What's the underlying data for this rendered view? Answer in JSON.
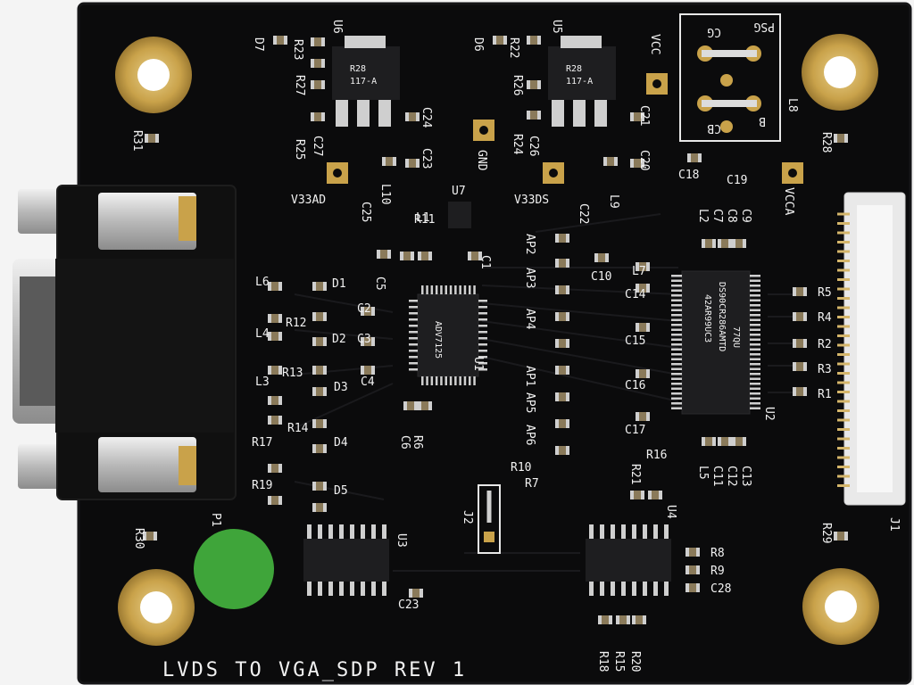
{
  "board": {
    "title": "LVDS TO VGA_SDP REV 1",
    "colors": {
      "pcb": "#0b0b0c",
      "pcb_edge": "#151517",
      "silkscreen": "#f2f2f2",
      "gold": "#c9a24a",
      "connector_metal": "#c8c8c8",
      "vga_body": "#101010",
      "fpc_white": "#e9e9e9",
      "green_dot": "#3fa53a"
    }
  },
  "labels": {
    "P1": "P1",
    "J1": "J1",
    "J2": "J2",
    "U1": "U1",
    "U2": "U2",
    "U3": "U3",
    "U4": "U4",
    "U5": "U5",
    "U6": "U6",
    "U7": "U7",
    "L1": "L1",
    "L2": "L2",
    "L3": "L3",
    "L4": "L4",
    "L5": "L5",
    "L6": "L6",
    "L7": "L7",
    "L8": "L8",
    "L9": "L9",
    "L10": "L10",
    "D1": "D1",
    "D2": "D2",
    "D3": "D3",
    "D4": "D4",
    "D5": "D5",
    "D6": "D6",
    "D7": "D7",
    "R1": "R1",
    "R2": "R2",
    "R3": "R3",
    "R4": "R4",
    "R5": "R5",
    "R6": "R6",
    "R7": "R7",
    "R8": "R8",
    "R9": "R9",
    "R10": "R10",
    "R11": "R11",
    "R12": "R12",
    "R13": "R13",
    "R14": "R14",
    "R15": "R15",
    "R16": "R16",
    "R17": "R17",
    "R18": "R18",
    "R19": "R19",
    "R20": "R20",
    "R21": "R21",
    "R22": "R22",
    "R23": "R23",
    "R24": "R24",
    "R25": "R25",
    "R26": "R26",
    "R27": "R27",
    "R28": "R28",
    "R29": "R29",
    "R30": "R30",
    "R31": "R31",
    "C1": "C1",
    "C2": "C2",
    "C3": "C3",
    "C4": "C4",
    "C5": "C5",
    "C6": "C6",
    "C7": "C7",
    "C8": "C8",
    "C9": "C9",
    "C10": "C10",
    "C11": "C11",
    "C12": "C12",
    "C13": "C13",
    "C14": "C14",
    "C15": "C15",
    "C16": "C16",
    "C17": "C17",
    "C18": "C18",
    "C19": "C19",
    "C20": "C20",
    "C21": "C21",
    "C22": "C22",
    "C23": "C23",
    "C24": "C24",
    "C25": "C25",
    "C26": "C26",
    "C27": "C27",
    "C28": "C28",
    "AP1": "AP1",
    "AP2": "AP2",
    "AP3": "AP3",
    "AP4": "AP4",
    "AP5": "AP5",
    "AP6": "AP6",
    "PSG": "PSG",
    "CG": "CG",
    "CB": "CB",
    "B": "B",
    "VCC": "VCC",
    "VCCA": "VCCA",
    "GND": "GND",
    "V33AD": "V33AD",
    "V33DS": "V33DS"
  },
  "chip_markings": {
    "u2_line1": "42AR99UC3",
    "u2_line2": "DS90CR286AMTD",
    "u2_line3": "77QU",
    "reg_line1": "R28",
    "reg_line2": "117-A",
    "u1_marking": "ADV7125"
  }
}
